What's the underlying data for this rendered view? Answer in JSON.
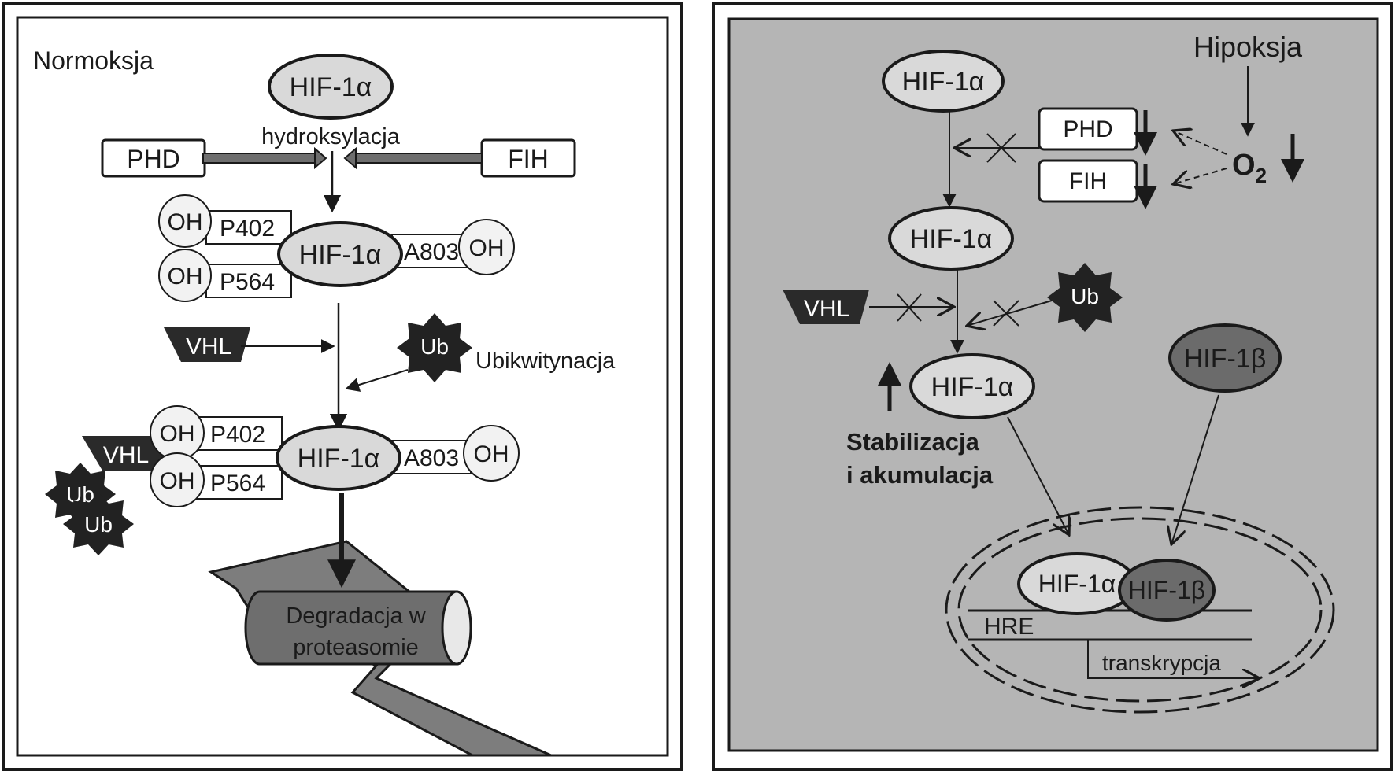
{
  "left_panel": {
    "condition_label": "Normoksja",
    "hif1a_top": "HIF-1α",
    "hydroxylation_label": "hydroksylacja",
    "phd_label": "PHD",
    "fih_label": "FIH",
    "hydroxylated": {
      "oh": "OH",
      "p402": "P402",
      "p564": "P564",
      "a803": "A803",
      "hif1a": "HIF-1α"
    },
    "vhl_label": "VHL",
    "ub_label": "Ub",
    "ubiquitination_label": "Ubikwitynacja",
    "ubiquitinated": {
      "vhl": "VHL",
      "ub": "Ub",
      "oh": "OH",
      "p402": "P402",
      "p564": "P564",
      "a803": "A803",
      "hif1a": "HIF-1α"
    },
    "degradation_line1": "Degradacja w",
    "degradation_line2": "proteasomie"
  },
  "right_panel": {
    "condition_label": "Hipoksja",
    "hif1a": "HIF-1α",
    "phd_label": "PHD",
    "fih_label": "FIH",
    "o2_main": "O",
    "o2_sub": "2",
    "vhl_label": "VHL",
    "ub_label": "Ub",
    "hif1b": "HIF-1β",
    "stabilization_line1": "Stabilizacja",
    "stabilization_line2": "i akumulacja",
    "hre_label": "HRE",
    "transcription_label": "transkrypcja"
  },
  "colors": {
    "right_background": "#b5b5b5",
    "hif1a_fill": "#d9d9d9",
    "hif1b_fill": "#6b6b6b",
    "dark": "#222222",
    "degradation_fill": "#6e6e6e"
  }
}
